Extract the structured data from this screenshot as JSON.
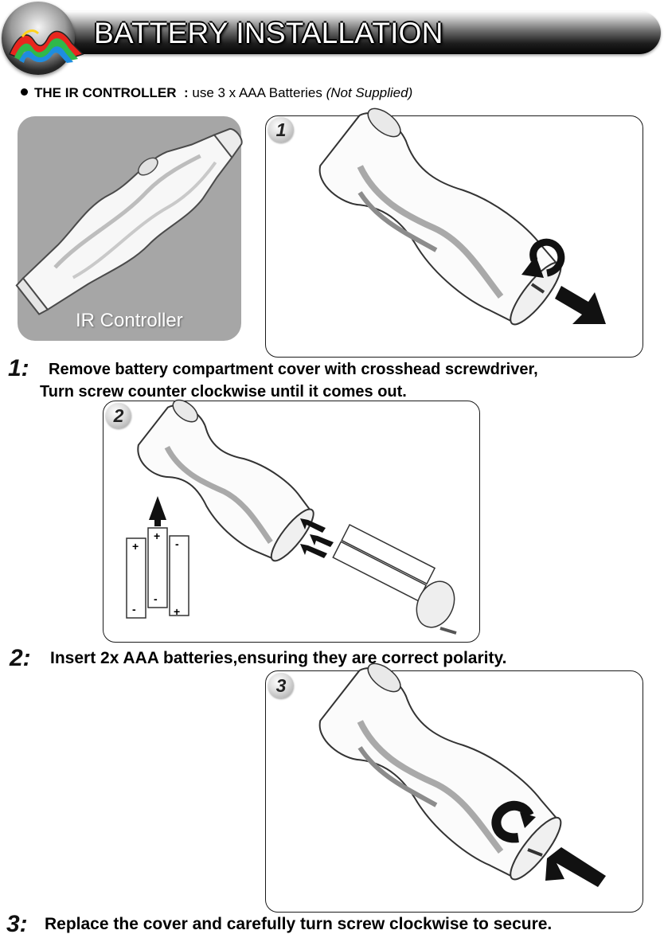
{
  "header": {
    "title": "BATTERY INSTALLATION",
    "logo_icon": "rainbow-m-logo-icon"
  },
  "intro": {
    "label": "THE IR CONTROLLER",
    "separator": ":",
    "text": "use 3 x AAA Batteries",
    "note": "(Not Supplied)"
  },
  "controller_card": {
    "label": "IR Controller"
  },
  "steps": [
    {
      "badge": "1",
      "number": "1:",
      "lines": [
        "Remove battery compartment cover with crosshead screwdriver,",
        "Turn screw counter clockwise until it comes out."
      ]
    },
    {
      "badge": "2",
      "number": "2:",
      "lines": [
        "Insert 2x AAA batteries,ensuring they are correct polarity."
      ]
    },
    {
      "badge": "3",
      "number": "3:",
      "lines": [
        "Replace the cover and carefully turn screw clockwise to secure."
      ]
    }
  ],
  "battery_marks": {
    "plus": "+",
    "minus": "-"
  },
  "colors": {
    "card_grey": "#a6a6a6",
    "banner_dark": "#050505",
    "logo_red": "#e8261e",
    "logo_green": "#2fb84a",
    "logo_blue": "#1e8de0"
  }
}
